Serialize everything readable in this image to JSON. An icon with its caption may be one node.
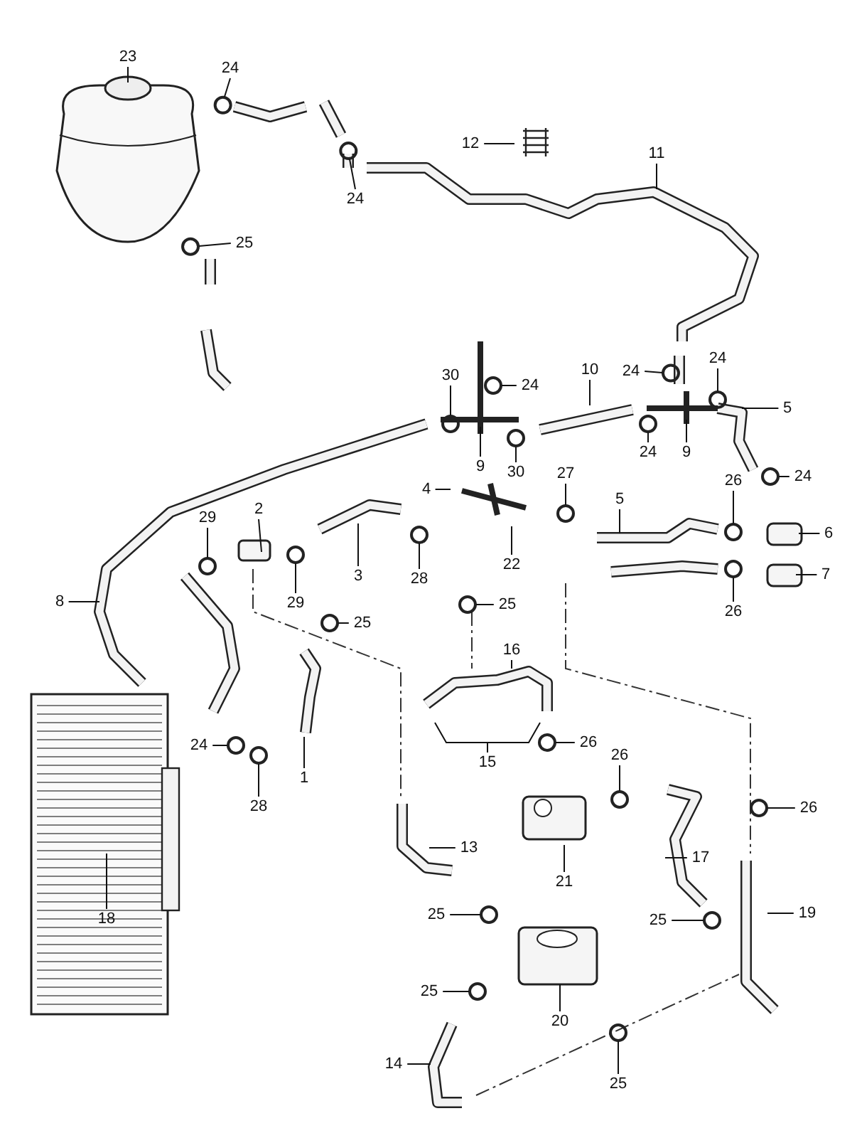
{
  "diagram": {
    "nodes": [
      {
        "text": [
          "23"
        ]
      },
      {
        "text": [
          "24"
        ]
      },
      {
        "text": [
          "12"
        ]
      },
      {
        "text": [
          "11"
        ]
      },
      {
        "text": [
          "24"
        ]
      },
      {
        "text": [
          "25"
        ]
      },
      {
        "text": [
          "24"
        ]
      },
      {
        "text": [
          "10"
        ]
      },
      {
        "text": [
          "24"
        ]
      },
      {
        "text": [
          "30"
        ]
      },
      {
        "text": [
          "24"
        ]
      },
      {
        "text": [
          "5"
        ]
      },
      {
        "text": [
          "24"
        ]
      },
      {
        "text": [
          "9"
        ]
      },
      {
        "text": [
          "9"
        ]
      },
      {
        "text": [
          "30"
        ]
      },
      {
        "text": [
          "24"
        ]
      },
      {
        "text": [
          "27"
        ]
      },
      {
        "text": [
          "26"
        ]
      },
      {
        "text": [
          "4"
        ]
      },
      {
        "text": [
          "5"
        ]
      },
      {
        "text": [
          "2"
        ]
      },
      {
        "text": [
          "29"
        ]
      },
      {
        "text": [
          "6"
        ]
      },
      {
        "text": [
          "22"
        ]
      },
      {
        "text": [
          "7"
        ]
      },
      {
        "text": [
          "3"
        ]
      },
      {
        "text": [
          "28"
        ]
      },
      {
        "text": [
          "29"
        ]
      },
      {
        "text": [
          "8"
        ]
      },
      {
        "text": [
          "25"
        ]
      },
      {
        "text": [
          "26"
        ]
      },
      {
        "text": [
          "25"
        ]
      },
      {
        "text": [
          "16"
        ]
      },
      {
        "text": [
          "24"
        ]
      },
      {
        "text": [
          "26"
        ]
      },
      {
        "text": [
          "15"
        ]
      },
      {
        "text": [
          "26"
        ]
      },
      {
        "text": [
          "1"
        ]
      },
      {
        "text": [
          "28"
        ]
      },
      {
        "text": [
          "26"
        ]
      },
      {
        "text": [
          "13"
        ]
      },
      {
        "text": [
          "17"
        ]
      },
      {
        "text": [
          "21"
        ]
      },
      {
        "text": [
          "19"
        ]
      },
      {
        "text": [
          "25"
        ]
      },
      {
        "text": [
          "18"
        ]
      },
      {
        "text": [
          "25"
        ]
      },
      {
        "text": [
          "25"
        ]
      },
      {
        "text": [
          "20"
        ]
      },
      {
        "text": [
          "14"
        ]
      },
      {
        "text": [
          "25"
        ]
      }
    ],
    "edges": [
      {
        "from": 0,
        "to": null,
        "arrow": "none"
      },
      {
        "from": 1,
        "to": null,
        "arrow": "none"
      },
      {
        "from": 2,
        "to": null,
        "arrow": "none"
      },
      {
        "from": 3,
        "to": null,
        "arrow": "none"
      },
      {
        "from": 4,
        "to": null,
        "arrow": "none"
      },
      {
        "from": 5,
        "to": null,
        "arrow": "none"
      },
      {
        "from": 6,
        "to": null,
        "arrow": "none"
      },
      {
        "from": 7,
        "to": null,
        "arrow": "none"
      },
      {
        "from": 8,
        "to": null,
        "arrow": "none"
      },
      {
        "from": 9,
        "to": null,
        "arrow": "none"
      },
      {
        "from": 10,
        "to": null,
        "arrow": "none"
      },
      {
        "from": 11,
        "to": null,
        "arrow": "none"
      },
      {
        "from": 12,
        "to": null,
        "arrow": "none"
      },
      {
        "from": 13,
        "to": null,
        "arrow": "none"
      },
      {
        "from": 14,
        "to": null,
        "arrow": "none"
      },
      {
        "from": 15,
        "to": null,
        "arrow": "none"
      },
      {
        "from": 16,
        "to": null,
        "arrow": "none"
      },
      {
        "from": 17,
        "to": null,
        "arrow": "none"
      },
      {
        "from": 18,
        "to": null,
        "arrow": "none"
      },
      {
        "from": 19,
        "to": null,
        "arrow": "none"
      },
      {
        "from": 20,
        "to": null,
        "arrow": "none"
      },
      {
        "from": 21,
        "to": null,
        "arrow": "none"
      },
      {
        "from": 22,
        "to": null,
        "arrow": "none"
      },
      {
        "from": 23,
        "to": null,
        "arrow": "none"
      },
      {
        "from": 24,
        "to": null,
        "arrow": "none"
      },
      {
        "from": 25,
        "to": null,
        "arrow": "none"
      },
      {
        "from": 26,
        "to": null,
        "arrow": "none"
      },
      {
        "from": 27,
        "to": null,
        "arrow": "none"
      },
      {
        "from": 28,
        "to": null,
        "arrow": "none"
      },
      {
        "from": 29,
        "to": null,
        "arrow": "none"
      },
      {
        "from": 30,
        "to": null,
        "arrow": "none"
      },
      {
        "from": 31,
        "to": null,
        "arrow": "none"
      },
      {
        "from": 32,
        "to": null,
        "arrow": "none"
      },
      {
        "from": 33,
        "to": null,
        "arrow": "none"
      },
      {
        "from": 34,
        "to": null,
        "arrow": "none"
      },
      {
        "from": 35,
        "to": null,
        "arrow": "none"
      },
      {
        "from": 36,
        "to": null,
        "arrow": "none"
      },
      {
        "from": 37,
        "to": null,
        "arrow": "none"
      },
      {
        "from": 38,
        "to": null,
        "arrow": "none"
      },
      {
        "from": 39,
        "to": null,
        "arrow": "none"
      },
      {
        "from": 40,
        "to": null,
        "arrow": "none"
      },
      {
        "from": 41,
        "to": null,
        "arrow": "none"
      },
      {
        "from": 42,
        "to": null,
        "arrow": "none"
      },
      {
        "from": 43,
        "to": null,
        "arrow": "none"
      },
      {
        "from": 44,
        "to": null,
        "arrow": "none"
      },
      {
        "from": 45,
        "to": null,
        "arrow": "none"
      },
      {
        "from": 46,
        "to": null,
        "arrow": "none"
      },
      {
        "from": 47,
        "to": null,
        "arrow": "none"
      },
      {
        "from": 48,
        "to": null,
        "arrow": "none"
      },
      {
        "from": 49,
        "to": null,
        "arrow": "none"
      },
      {
        "from": 50,
        "to": null,
        "arrow": "none"
      },
      {
        "from": 51,
        "to": null,
        "arrow": "none"
      }
    ]
  }
}
